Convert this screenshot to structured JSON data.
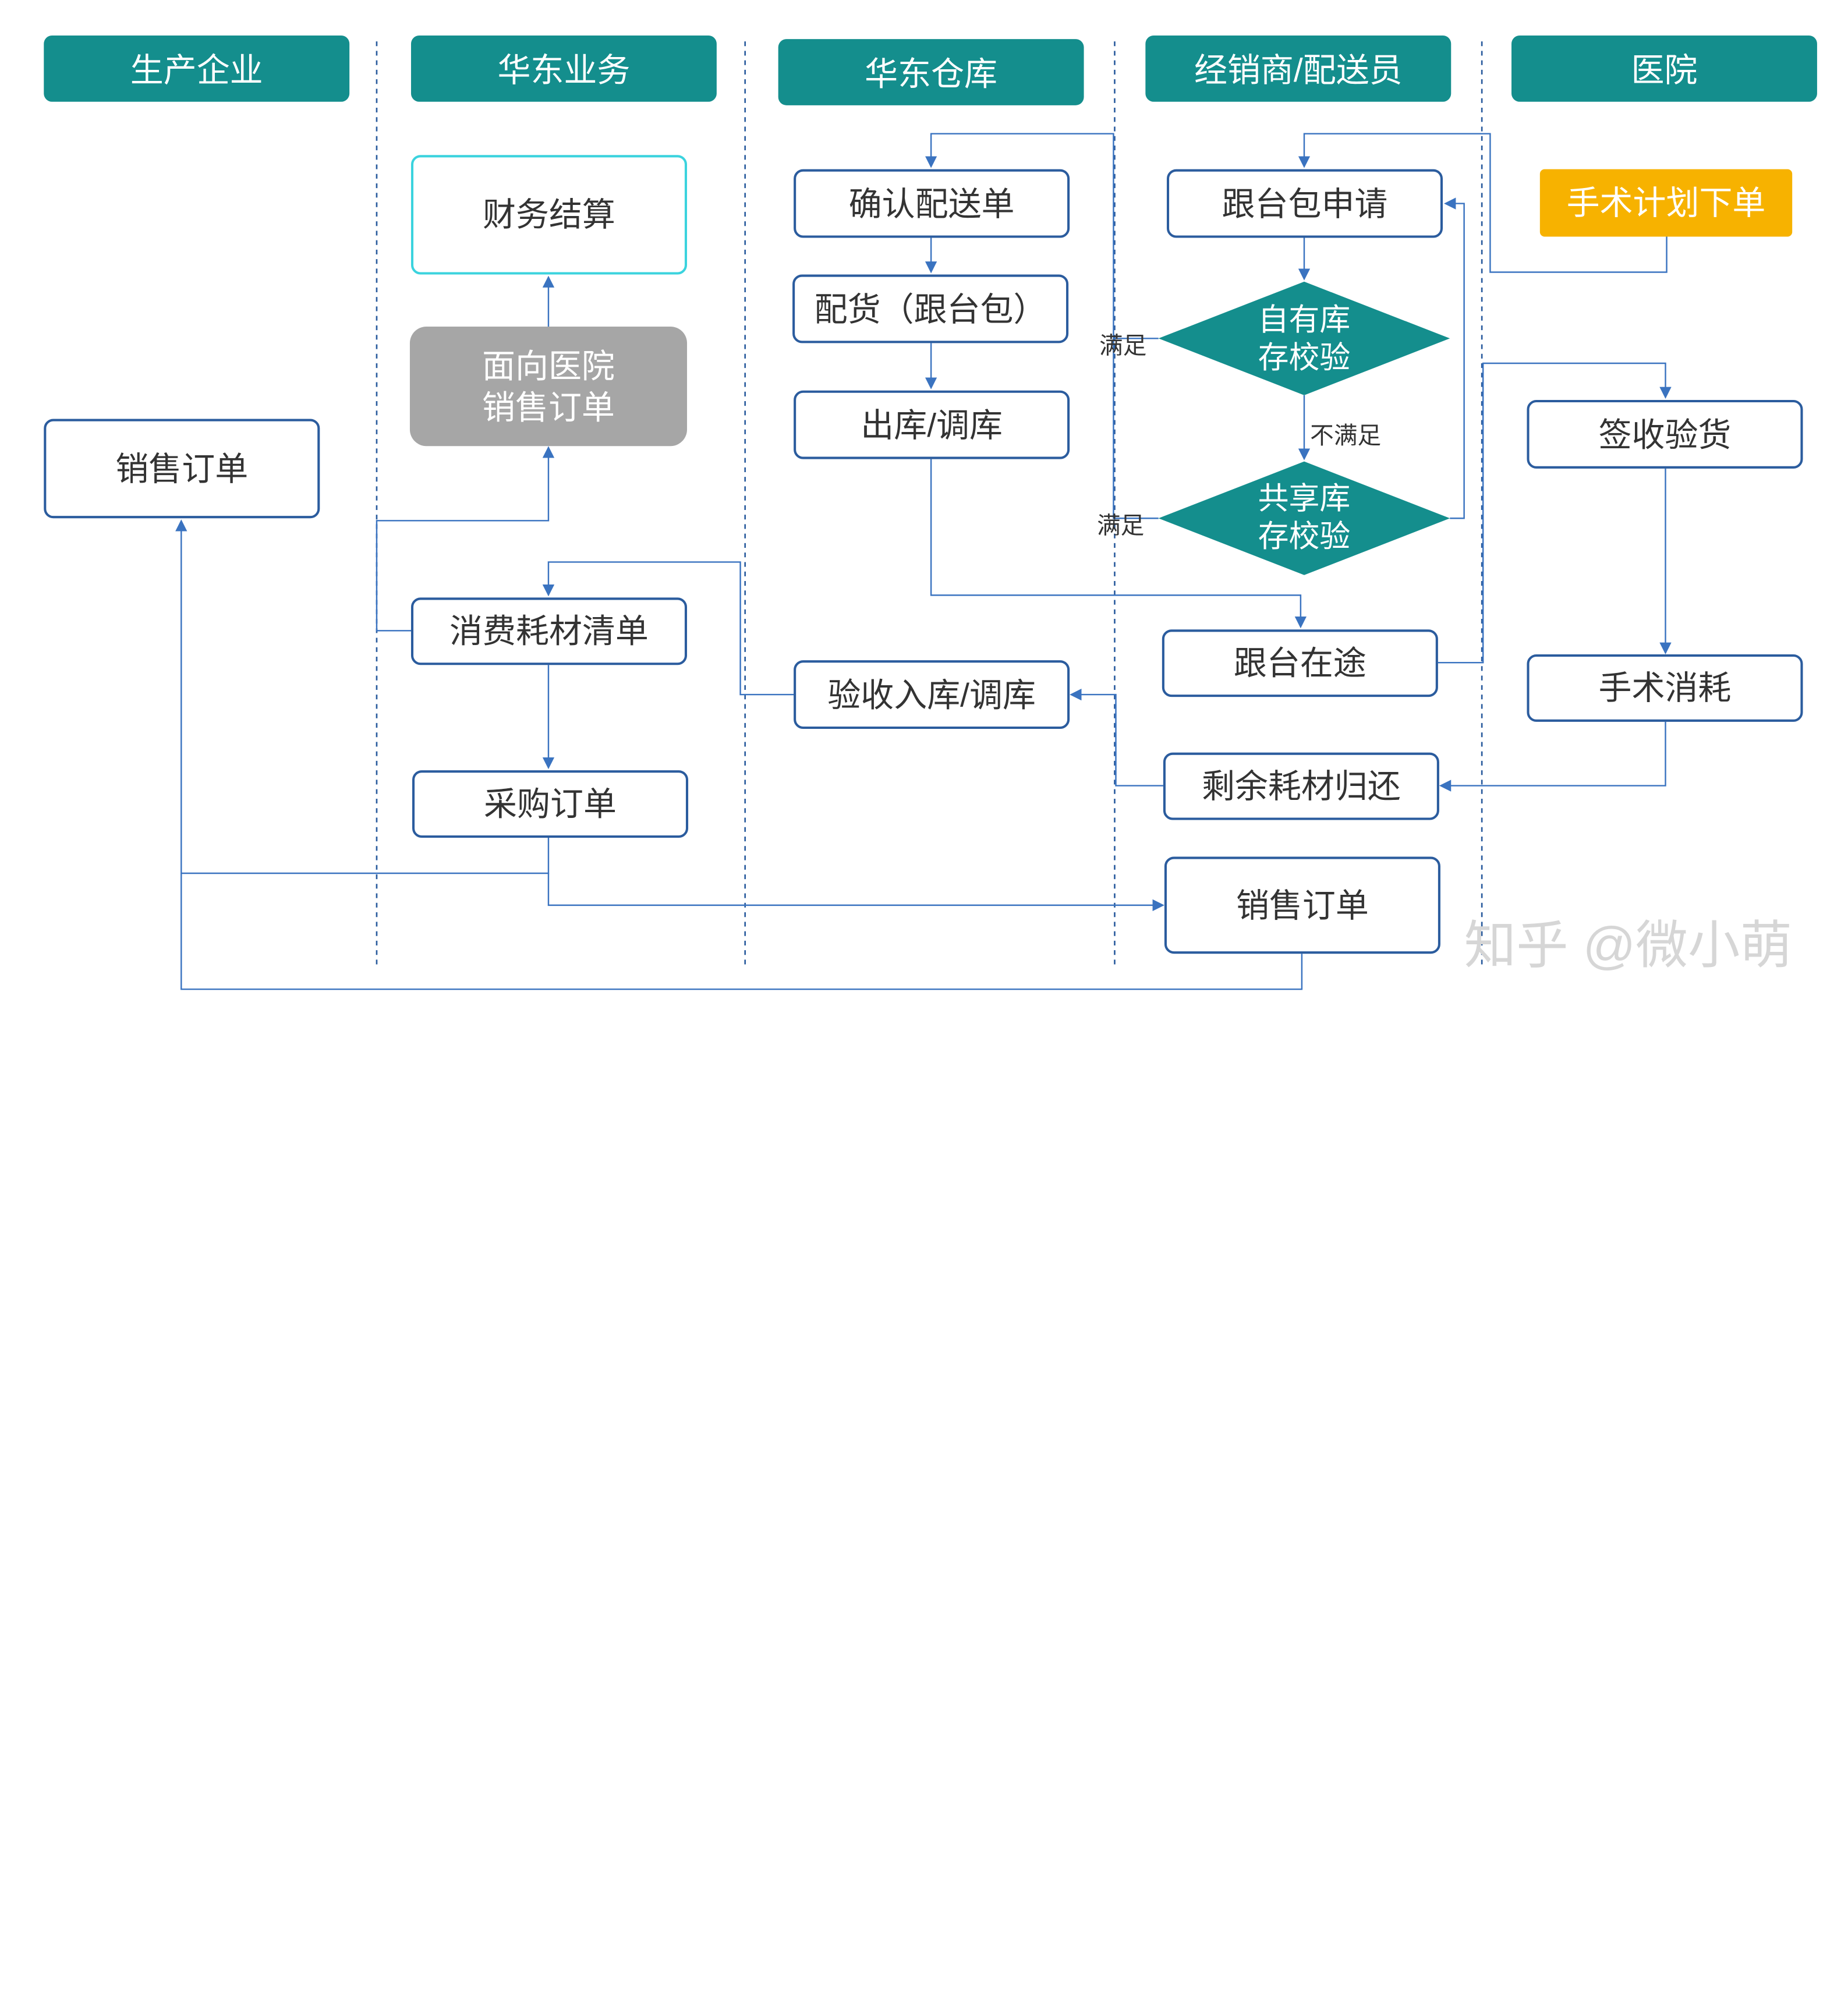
{
  "lanes": {
    "producer": "生产企业",
    "east_business": "华东业务",
    "east_warehouse": "华东仓库",
    "distributor": "经销商/配送员",
    "hospital": "医院"
  },
  "nodes": {
    "finance_settlement": "财务结算",
    "hospital_sales_order_line1": "面向医院",
    "hospital_sales_order_line2": "销售订单",
    "producer_sales_order": "销售订单",
    "consumption_list": "消费耗材清单",
    "purchase_order": "采购订单",
    "confirm_delivery": "确认配送单",
    "picking": "配货（跟台包）",
    "outbound_transfer": "出库/调库",
    "inbound_transfer": "验收入库/调库",
    "package_request": "跟台包申请",
    "own_stock_check_line1": "自有库",
    "own_stock_check_line2": "存校验",
    "shared_stock_check_line1": "共享库",
    "shared_stock_check_line2": "存校验",
    "in_transit": "跟台在途",
    "return_remaining": "剩余耗材归还",
    "distributor_sales_order": "销售订单",
    "surgery_plan_order": "手术计划下单",
    "receive_inspect": "签收验货",
    "surgery_consumption": "手术消耗"
  },
  "edge_labels": {
    "satisfied_own": "满足",
    "not_satisfied": "不满足",
    "satisfied_shared": "满足"
  },
  "watermark": "知乎 @微小萌",
  "colors": {
    "lane_header": "#148e8d",
    "box_border": "#2b5c9e",
    "arrow": "#3a73c0",
    "diamond": "#148e8d",
    "gray_box": "#a6a6a6",
    "yellow_box": "#f7b200",
    "cyan_border": "#3bd3de"
  }
}
